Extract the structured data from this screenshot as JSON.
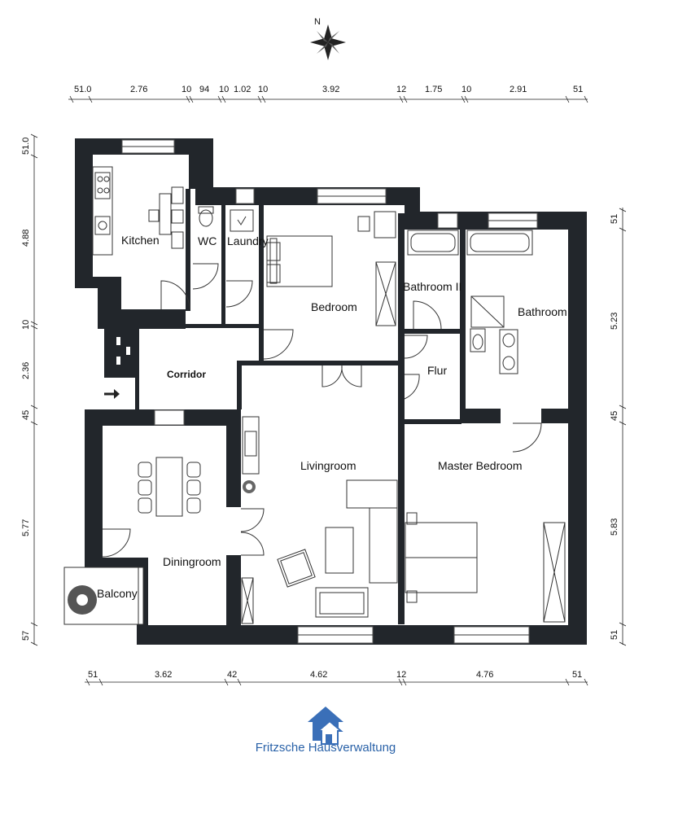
{
  "rooms": {
    "kitchen": "Kitchen",
    "wc": "WC",
    "laundry": "Laundry",
    "bedroom": "Bedroom",
    "bathroom2": "Bathroom II",
    "bathroom": "Bathroom",
    "corridor": "Corridor",
    "flur": "Flur",
    "livingroom": "Livingroom",
    "master_bedroom": "Master Bedroom",
    "diningroom": "Diningroom",
    "balcony": "Balcony"
  },
  "dimensions": {
    "top": [
      "51.0",
      "2.76",
      "10",
      "94",
      "10",
      "1.02",
      "10",
      "3.92",
      "12",
      "1.75",
      "10",
      "2.91",
      "51"
    ],
    "bottom": [
      "51",
      "3.62",
      "42",
      "4.62",
      "12",
      "4.76",
      "51"
    ],
    "left": [
      "51.0",
      "4.88",
      "10",
      "2.36",
      "45",
      "5.77",
      "57"
    ],
    "right": [
      "51",
      "5.23",
      "45",
      "5.83",
      "51"
    ]
  },
  "compass": {
    "label": "N"
  },
  "branding": {
    "company": "Fritzsche Hausverwaltung",
    "color": "#2a62a8"
  }
}
